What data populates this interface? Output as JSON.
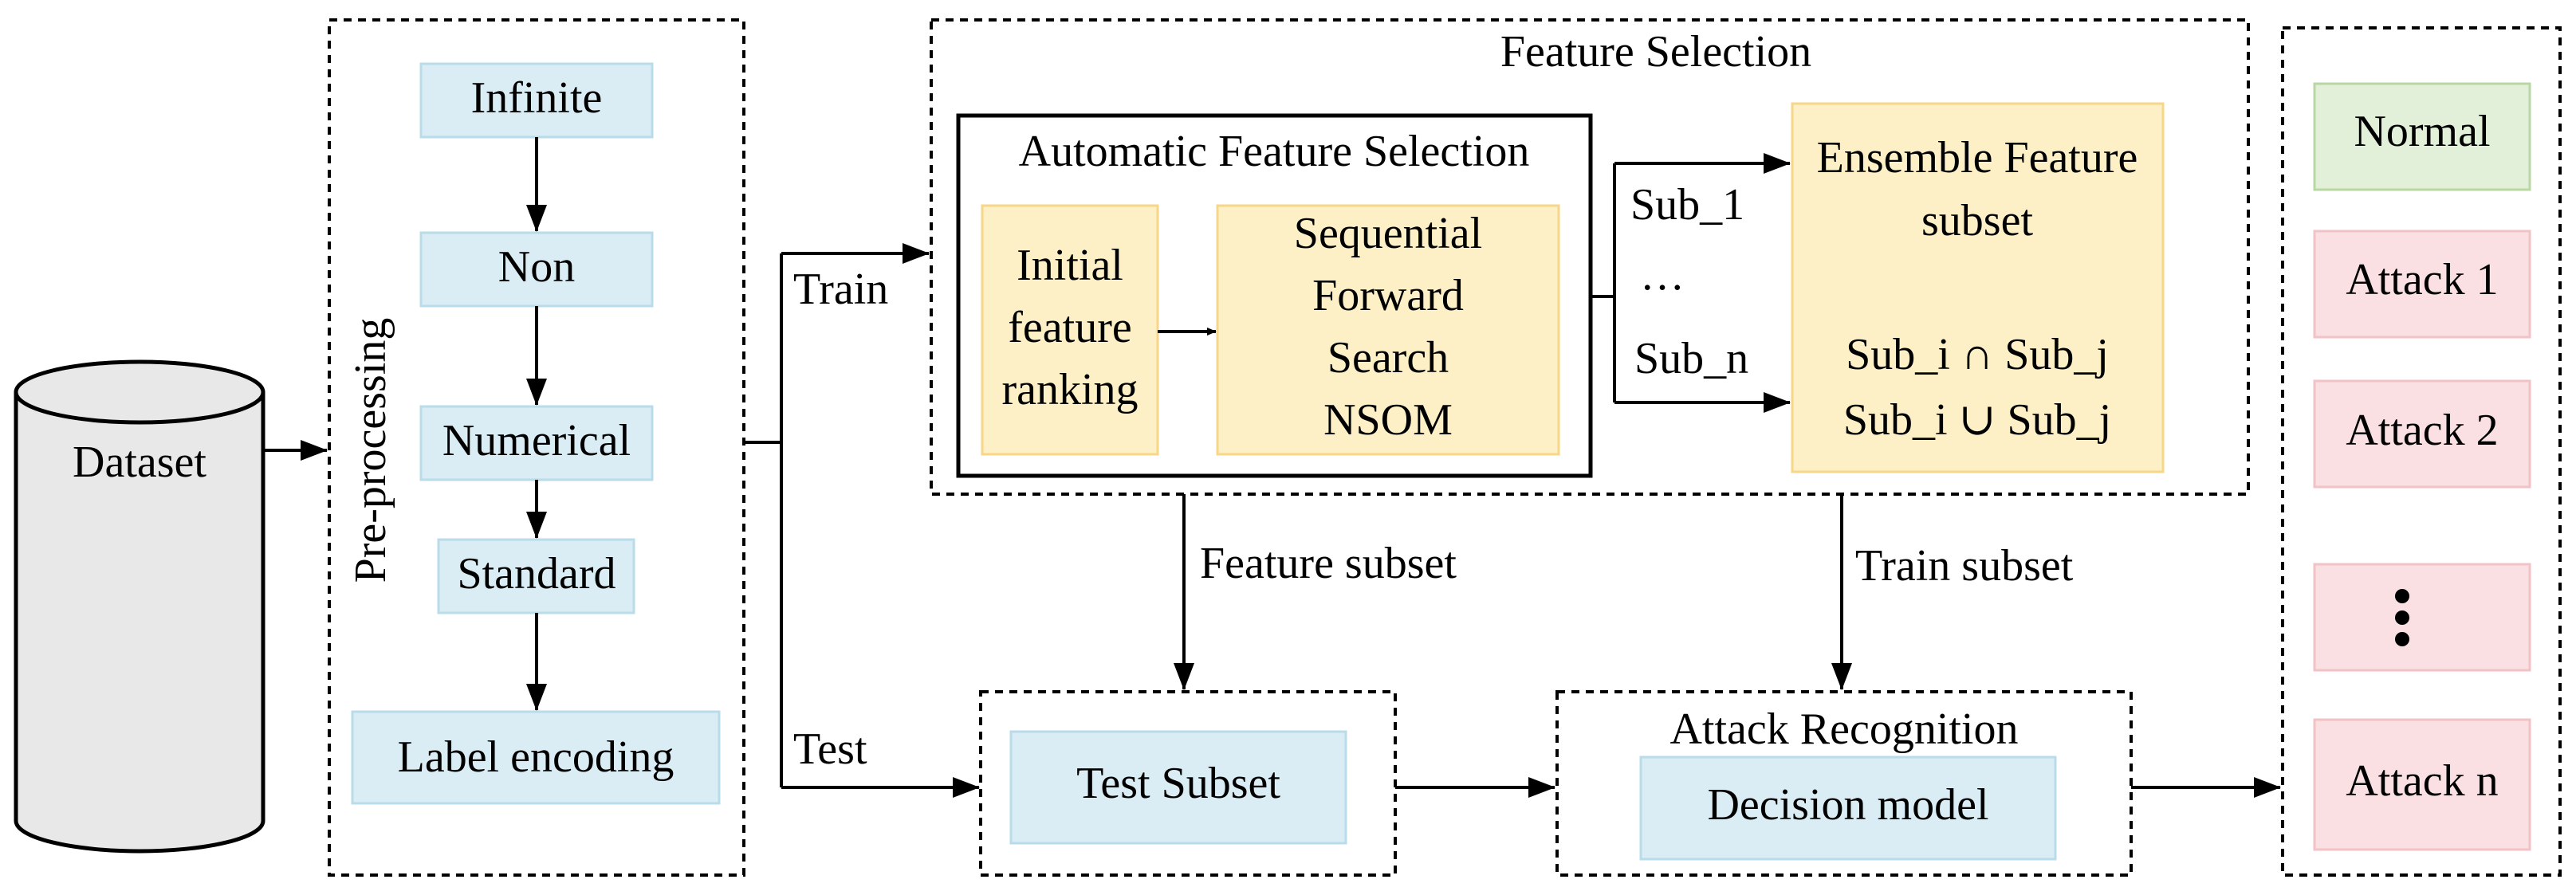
{
  "dataset": {
    "label": "Dataset"
  },
  "preprocessing": {
    "title": "Pre-processing",
    "steps": [
      "Infinite",
      "Non",
      "Numerical",
      "Standard",
      "Label encoding"
    ]
  },
  "split": {
    "train": "Train",
    "test": "Test"
  },
  "feature_selection": {
    "title": "Feature Selection",
    "automatic": {
      "title": "Automatic Feature Selection",
      "initial_lines": [
        "Initial",
        "feature",
        "ranking"
      ],
      "sequential_lines": [
        "Sequential",
        "Forward",
        "Search",
        "NSOM"
      ]
    },
    "sub_first": "Sub_1",
    "ellipsis": "…",
    "sub_last": "Sub_n",
    "ensemble": {
      "title_lines": [
        "Ensemble Feature",
        "subset"
      ],
      "intersection": "Sub_i ∩ Sub_j",
      "union": "Sub_i ∪ Sub_j"
    }
  },
  "flow_labels": {
    "feature_subset": "Feature subset",
    "train_subset": "Train subset"
  },
  "test_subset": {
    "label": "Test Subset"
  },
  "attack_recognition": {
    "title": "Attack Recognition",
    "model": "Decision model"
  },
  "classes": {
    "normal": "Normal",
    "attack1": "Attack 1",
    "attack2": "Attack 2",
    "attackn": "Attack n"
  },
  "colors": {
    "step_fill": "#daedf4",
    "step_border": "#b8dcea",
    "selection_fill": "#fdefc6",
    "selection_border": "#f7d787",
    "normal_fill": "#e2efd9",
    "normal_border": "#b8d7a3",
    "attack_fill": "#fae0e2",
    "attack_border": "#f2c2c6",
    "dataset_fill": "#e8e8e8"
  }
}
